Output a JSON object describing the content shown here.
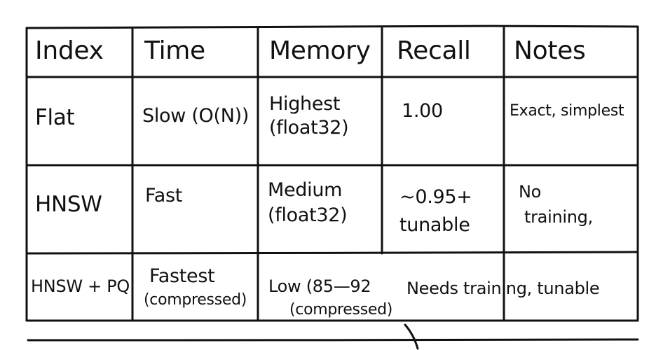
{
  "table": {
    "headers": [
      "Index",
      "Time",
      "Memory",
      "Recall",
      "Notes"
    ],
    "rows": [
      {
        "index": "Flat",
        "time": "Slow (O(N))",
        "memory": [
          "Highest",
          "(float32)"
        ],
        "recall": "1.00",
        "notes": "Exact, simplest"
      },
      {
        "index": "HNSW",
        "time": "Fast",
        "memory": [
          "Medium",
          "(float32)"
        ],
        "recall": [
          "~0.95+",
          "tunable"
        ],
        "notes": [
          "No",
          "training,"
        ]
      },
      {
        "index": "HNSW + PQ",
        "time": [
          "Fastest",
          "(compressed)"
        ],
        "memory": [
          "Low (85—92",
          "(compressed)"
        ],
        "recall_notes_merged": "Needs training, tunable"
      }
    ]
  },
  "colors": {
    "ink": "#111111",
    "paper": "#ffffff"
  }
}
